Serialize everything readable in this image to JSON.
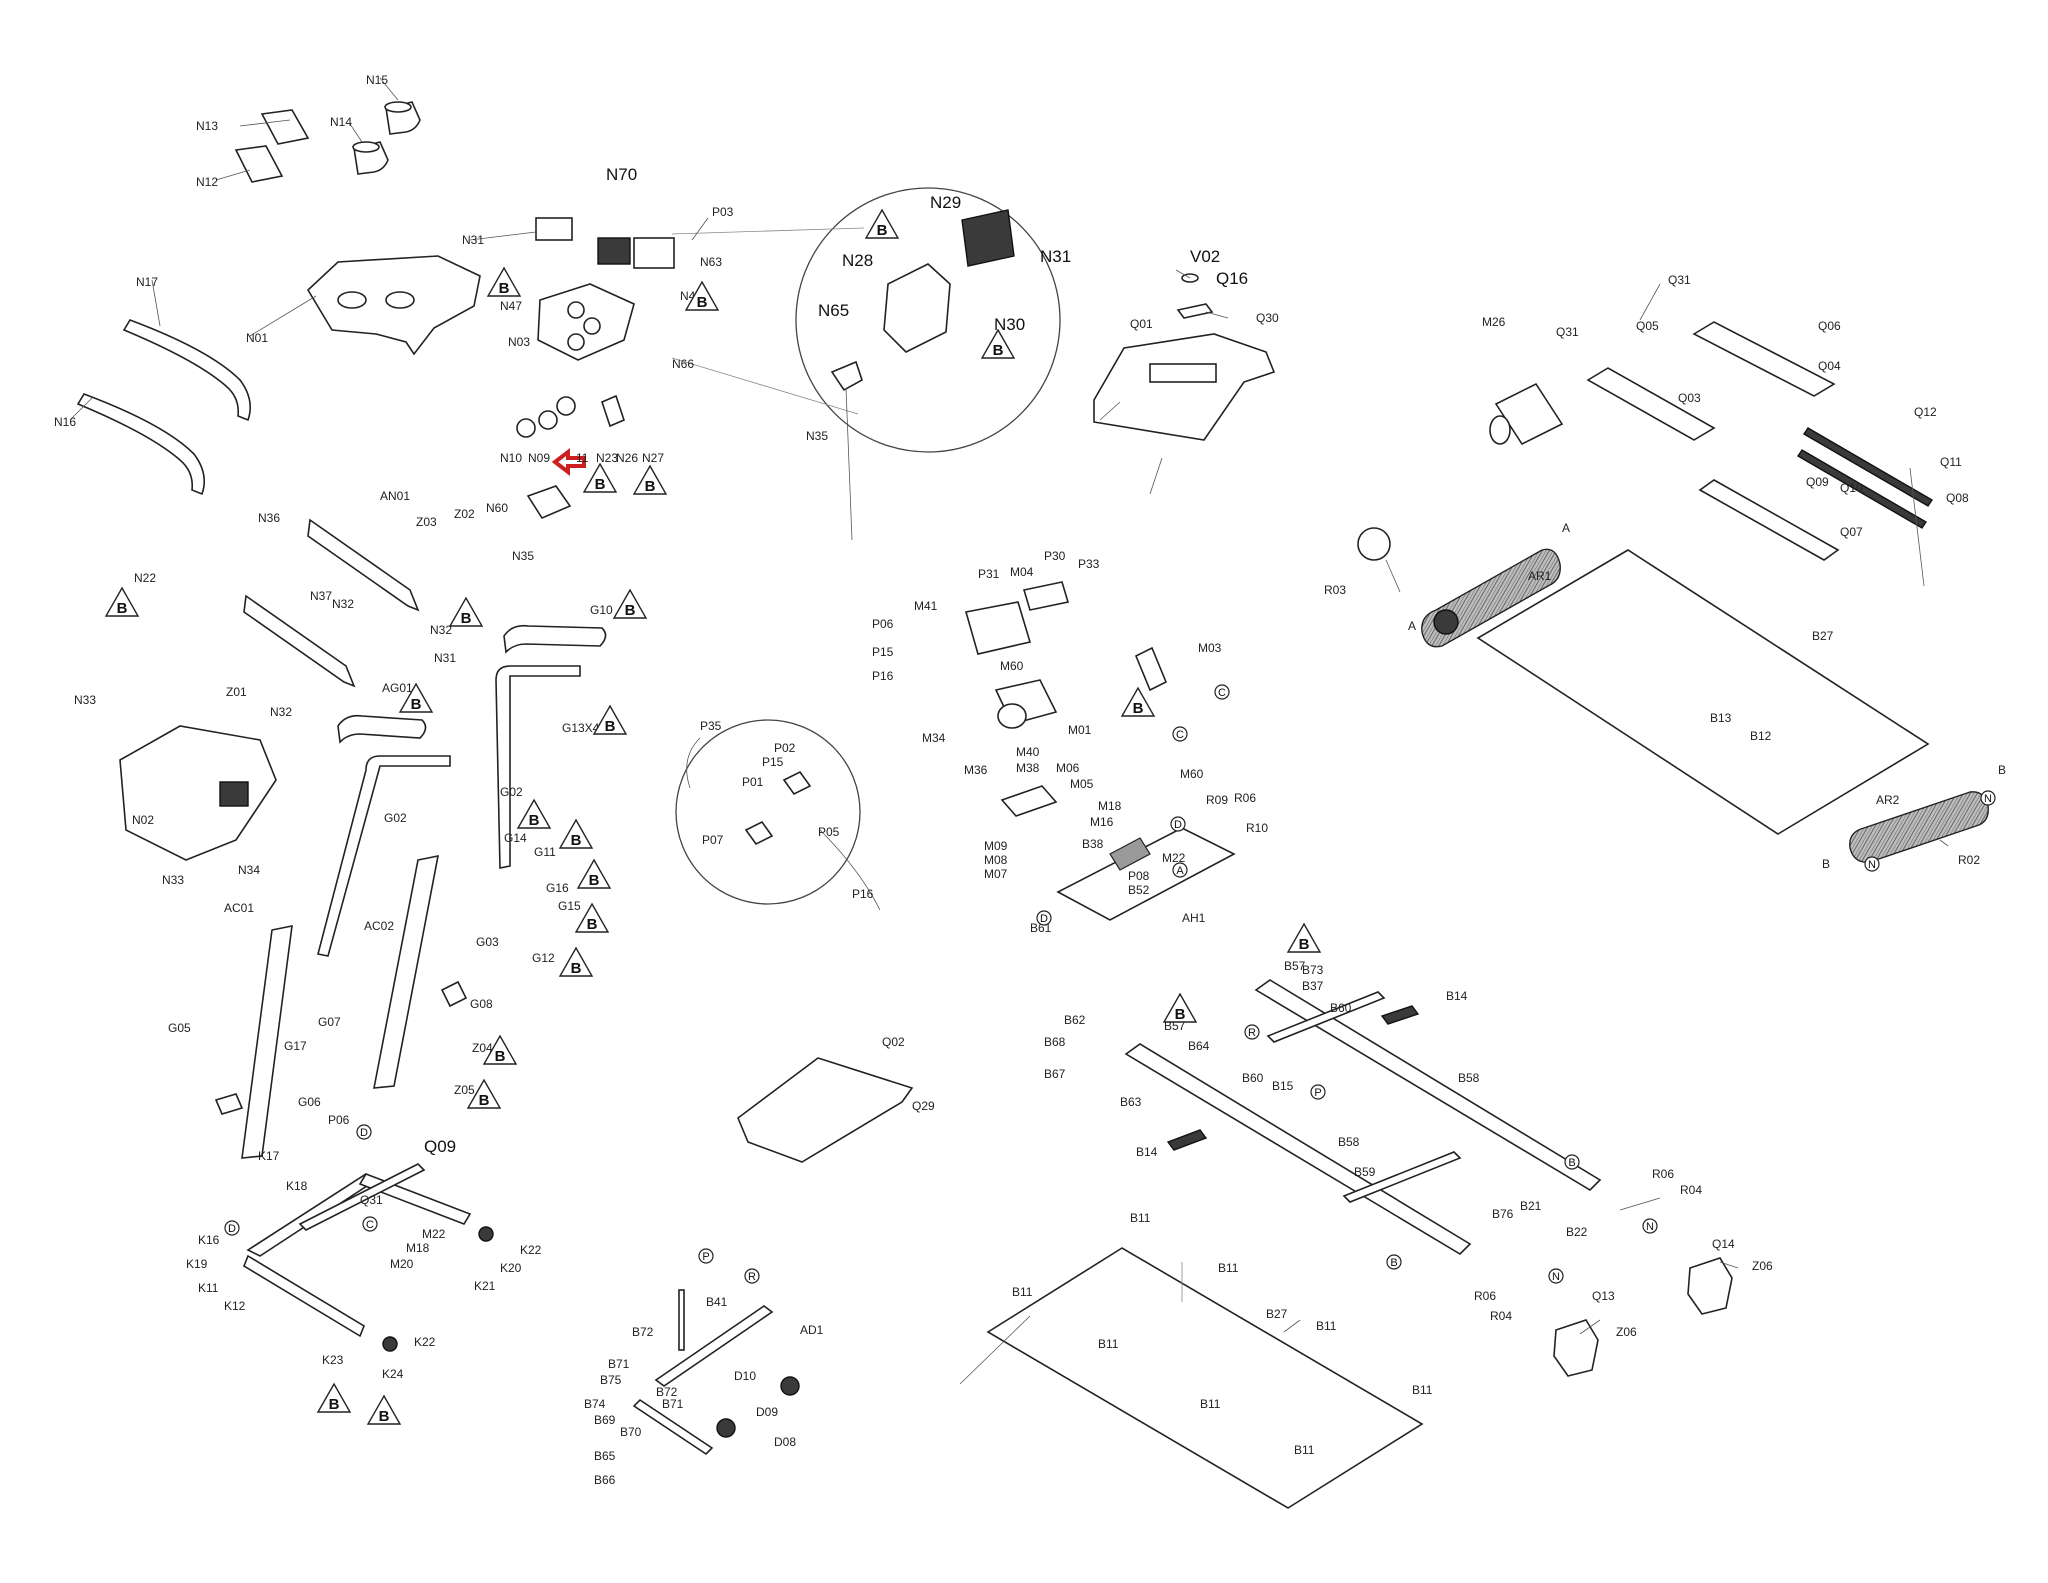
{
  "colors": {
    "line": "#222222",
    "highlight_arrow": "#cc1f1f",
    "background": "#ffffff"
  },
  "badge_text": "B",
  "labels": {
    "N15": "N15",
    "N13": "N13",
    "N14": "N14",
    "N12": "N12",
    "N70": "N70",
    "P03": "P03",
    "N31a": "N31",
    "N63": "N63",
    "N47": "N47",
    "N45": "N45",
    "N03": "N03",
    "N66": "N66",
    "N17": "N17",
    "N01": "N01",
    "N16": "N16",
    "N10": "N10",
    "N09": "N09",
    "N11": "11",
    "N23": "N23",
    "N26": "N26",
    "N27": "N27",
    "N60": "N60",
    "N35a": "N35",
    "N29": "N29",
    "N31b": "N31",
    "N28": "N28",
    "N30": "N30",
    "N65": "N65",
    "N35b": "N35",
    "V02": "V02",
    "Q16": "Q16",
    "Q01": "Q01",
    "Q30": "Q30",
    "AN01": "AN01",
    "Z03": "Z03",
    "Z02": "Z02",
    "N36": "N36",
    "N22": "N22",
    "N37": "N37",
    "N32a": "N32",
    "N32b": "N32",
    "N31c": "N31",
    "Z01": "Z01",
    "AG01": "AG01",
    "G10": "G10",
    "G13X4": "G13X4",
    "N33a": "N33",
    "N32c": "N32",
    "N02": "N02",
    "N33b": "N33",
    "N34": "N34",
    "G02a": "G02",
    "G02b": "G02",
    "G14": "G14",
    "G11": "G11",
    "G16": "G16",
    "G15": "G15",
    "G03": "G03",
    "G12": "G12",
    "AC01": "AC01",
    "AC02": "AC02",
    "G05": "G05",
    "G07": "G07",
    "G08": "G08",
    "G17": "G17",
    "Z04": "Z04",
    "G06": "G06",
    "P06a": "P06",
    "Z05": "Z05",
    "K17": "K17",
    "K18": "K18",
    "Q09a": "Q09",
    "Q31a": "Q31",
    "K16": "K16",
    "K19": "K19",
    "K11": "K11",
    "K12": "K12",
    "M22a": "M22",
    "M18a": "M18",
    "M20": "M20",
    "K22a": "K22",
    "K20": "K20",
    "K21": "K21",
    "K22b": "K22",
    "K23": "K23",
    "K24": "K24",
    "P35": "P35",
    "P02": "P02",
    "P15a": "P15",
    "P01": "P01",
    "P05": "P05",
    "P07": "P07",
    "P16a": "P16",
    "Q02": "Q02",
    "Q29": "Q29",
    "B41": "B41",
    "B72a": "B72",
    "AD1": "AD1",
    "B71a": "B71",
    "B75": "B75",
    "B72b": "B72",
    "B71b": "B71",
    "B74": "B74",
    "B69": "B69",
    "B70": "B70",
    "D10": "D10",
    "D09": "D09",
    "D08": "D08",
    "B65": "B65",
    "B66": "B66",
    "P06b": "P06",
    "P15b": "P15",
    "P16b": "P16",
    "M41": "M41",
    "P31": "P31",
    "M04": "M04",
    "P30": "P30",
    "P33": "P33",
    "M60a": "M60",
    "M01": "M01",
    "M34": "M34",
    "M40": "M40",
    "M36": "M36",
    "M38": "M38",
    "M06": "M06",
    "M05": "M05",
    "M03": "M03",
    "M60b": "M60",
    "M18b": "M18",
    "M16": "M16",
    "R09": "R09",
    "R06a": "R06",
    "R10": "R10",
    "M09": "M09",
    "M08": "M08",
    "M07": "M07",
    "B38": "B38",
    "M22b": "M22",
    "P08": "P08",
    "B52": "B52",
    "B61": "B61",
    "AH1": "AH1",
    "B57a": "B57",
    "B73": "B73",
    "B37": "B37",
    "B60a": "B60",
    "B14a": "B14",
    "B62": "B62",
    "B68": "B68",
    "B67": "B67",
    "B57b": "B57",
    "B64": "B64",
    "B63": "B63",
    "B60b": "B60",
    "B15": "B15",
    "B58a": "B58",
    "B14b": "B14",
    "B58b": "B58",
    "B59": "B59",
    "R06b": "R06",
    "R04a": "R04",
    "B76": "B76",
    "B21": "B21",
    "B22": "B22",
    "R06c": "R06",
    "R04b": "R04",
    "Q14": "Q14",
    "Z06a": "Z06",
    "Q13": "Q13",
    "Z06b": "Z06",
    "B11a": "B11",
    "B11b": "B11",
    "B11c": "B11",
    "B27a": "B27",
    "B11d": "B11",
    "B11e": "B11",
    "B11f": "B11",
    "B11g": "B11",
    "B11h": "B11",
    "Q31b": "Q31",
    "Q06": "Q06",
    "M26": "M26",
    "Q31c": "Q31",
    "Q05": "Q05",
    "Q04": "Q04",
    "Q03": "Q03",
    "Q12": "Q12",
    "Q11": "Q11",
    "Q09b": "Q09",
    "Q10": "Q10",
    "Q08": "Q08",
    "Q07": "Q07",
    "R03": "R03",
    "AR1": "AR1",
    "A1": "A",
    "A2": "A",
    "B27b": "B27",
    "B13": "B13",
    "B12": "B12",
    "AR2": "AR2",
    "R02": "R02",
    "Bx1": "B",
    "Bx2": "B"
  },
  "circle_tags": {
    "D1": "D",
    "D2": "D",
    "D3": "D",
    "D4": "D",
    "C1": "C",
    "C2": "C",
    "C3": "C",
    "P1": "P",
    "P2": "P",
    "R1": "R",
    "R2": "R",
    "B1": "B",
    "B2": "B",
    "N1": "N",
    "N2": "N",
    "N3": "N",
    "N4": "N",
    "A1": "A"
  }
}
